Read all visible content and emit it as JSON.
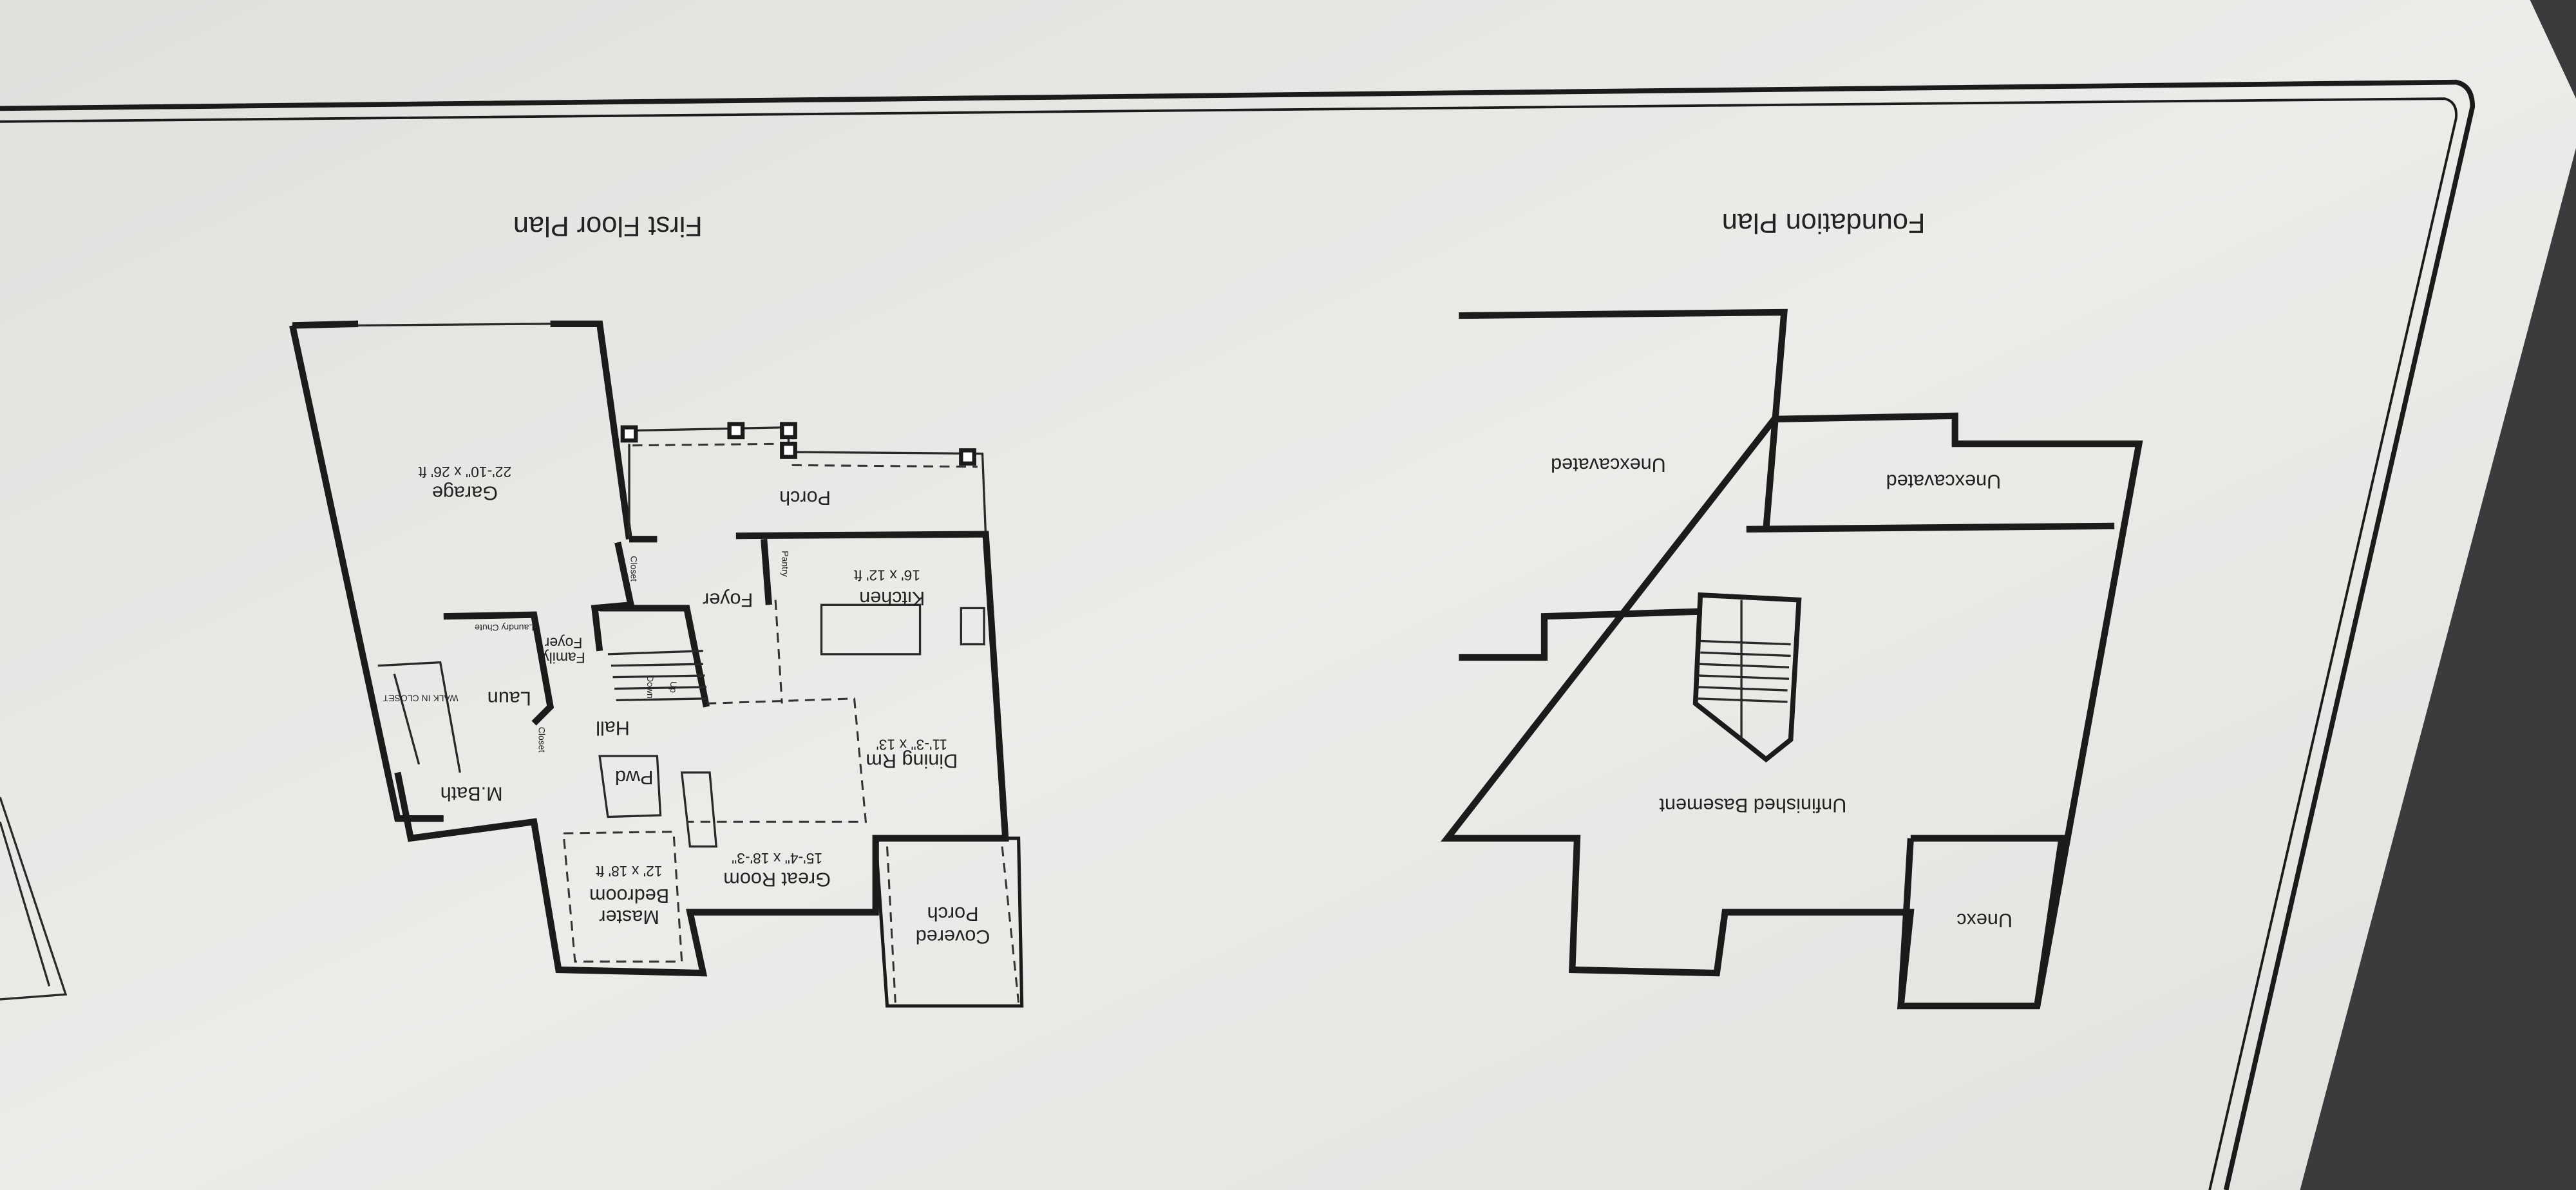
{
  "first_floor": {
    "title": "First Floor Plan",
    "rooms": {
      "garage": "Garage",
      "garage_dim": "22'-10\" x 26' ft",
      "porch": "Porch",
      "foyer": "Foyer",
      "closet1": "Closet",
      "kitchen": "Kitchen",
      "kitchen_dim": "16' x 12' ft",
      "pantry": "Pantry",
      "laundry_chute": "Laundry Chute",
      "family_foyer_1": "Family",
      "family_foyer_2": "Foyer",
      "laun": "Laun",
      "walk_in_closet": "WALK IN CLOSET",
      "hall": "Hall",
      "closet2": "Closet",
      "pwd": "Pwd",
      "dining": "Dining Rm",
      "dining_dim": "11'-3\" x 13'",
      "mbath": "M.Bath",
      "great_room": "Great Room",
      "great_room_dim": "15'-4\" x 18'-3\"",
      "master_1": "Master",
      "master_2": "Bedroom",
      "master_dim": "12' x 18' ft",
      "covered_1": "Covered",
      "covered_2": "Porch",
      "up": "Up",
      "down": "Down"
    }
  },
  "foundation": {
    "title": "Foundation Plan",
    "rooms": {
      "unexcavated_left": "Unexcavated",
      "unexcavated_right": "Unexcavated",
      "basement": "Unfinished Basement",
      "unexc": "Unexc"
    }
  },
  "colors": {
    "paper": "#e6e6e3",
    "ink": "#1c1a1a",
    "background": "#3a3a3c"
  }
}
